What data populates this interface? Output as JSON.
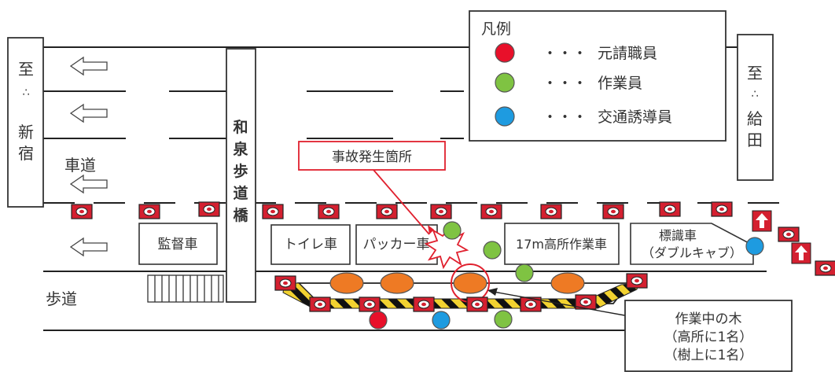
{
  "left_sign": {
    "text": "至：新宿",
    "chars": [
      "至",
      "∴",
      "新",
      "宿"
    ]
  },
  "right_sign": {
    "text": "至：給田",
    "chars": [
      "至",
      "∴",
      "給",
      "田"
    ]
  },
  "bridge": {
    "text": "和泉歩道橋",
    "chars": [
      "和",
      "泉",
      "歩",
      "道",
      "橋"
    ]
  },
  "road_label": "車道",
  "sidewalk_label": "歩道",
  "vehicles": {
    "supervisor": "監督車",
    "toilet": "トイレ車",
    "packer": "パッカー車",
    "aerial": "17m高所作業車",
    "sign_line1": "標識車",
    "sign_line2": "（ダブルキャブ）"
  },
  "accident_label": "事故発生箇所",
  "legend": {
    "title": "凡例",
    "items": [
      {
        "dots": "・・・",
        "label": "元請職員",
        "color": "#e8102a"
      },
      {
        "dots": "・・・",
        "label": "作業員",
        "color": "#7fc342"
      },
      {
        "dots": "・・・",
        "label": "交通誘導員",
        "color": "#1e9be0"
      }
    ]
  },
  "tree_note": {
    "line1": "作業中の木",
    "line2": "（高所に1名）",
    "line3": "（樹上に1名）"
  },
  "colors": {
    "cone": "#d42030",
    "tree": "#ee7a24",
    "highlight": "#e0202e",
    "accident": "#e0202e"
  }
}
